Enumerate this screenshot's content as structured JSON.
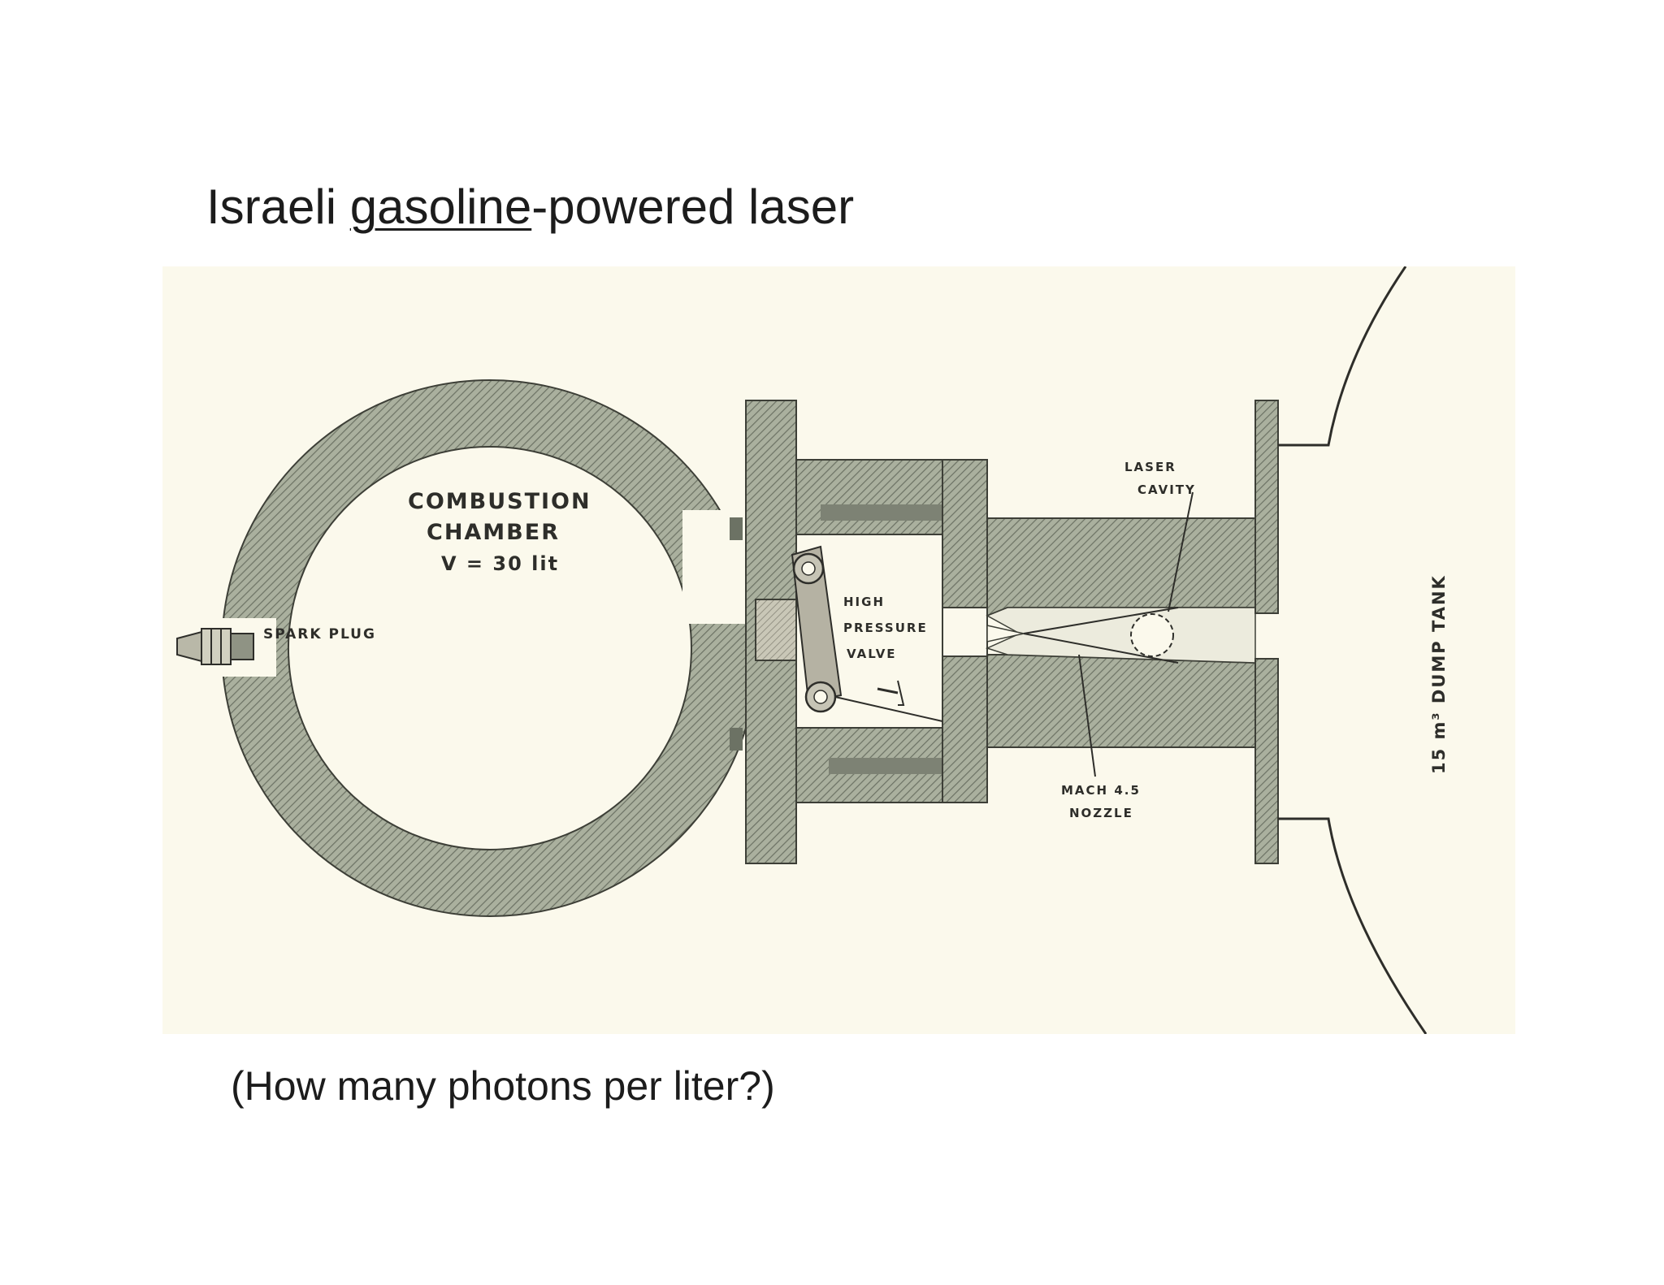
{
  "title": {
    "prefix": "Israeli ",
    "underlined": "gasoline",
    "suffix": "-powered laser"
  },
  "figure_labels": {
    "combustion_line1": "COMBUSTION",
    "combustion_line2": "CHAMBER",
    "volume": "V = 30 lit",
    "spark_plug": "SPARK PLUG",
    "valve_line1": "HIGH",
    "valve_line2": "PRESSURE",
    "valve_line3": "VALVE",
    "cavity_line1": "LASER",
    "cavity_line2": "CAVITY",
    "nozzle_line1": "MACH 4.5",
    "nozzle_line2": "NOZZLE",
    "dump_tank": "15 m³ DUMP TANK"
  },
  "caption": "(How many photons per liter?)",
  "colors": {
    "paper": "#fbf9ec",
    "metal": "#a7ae9c",
    "ink": "#2e2e2a",
    "valve_arm": "#b5b2a3"
  }
}
